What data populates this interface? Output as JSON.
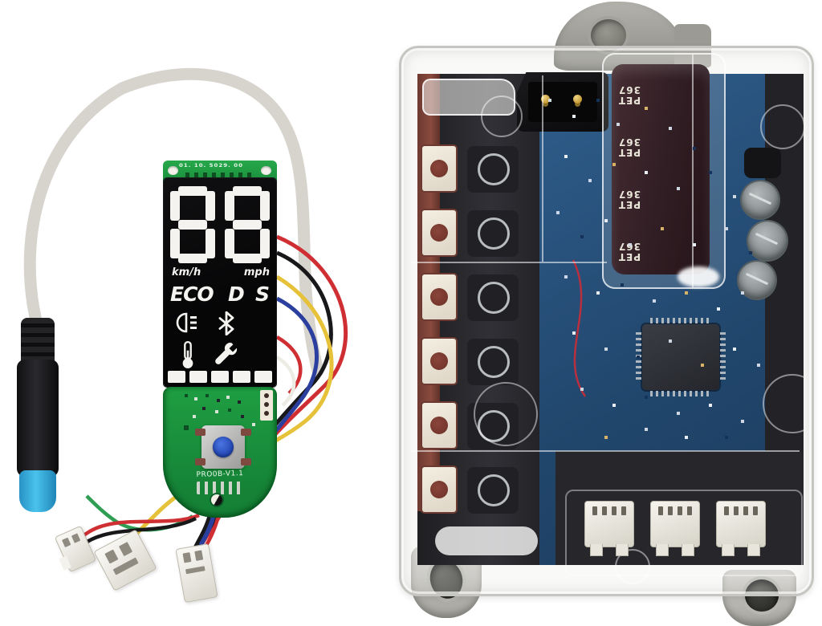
{
  "scene": {
    "background_color": "#ffffff",
    "left_component": "scooter-dashboard-display-board",
    "right_component": "motor-controller-mainboard-in-clear-case"
  },
  "dashboard": {
    "silkscreen_top": "01. 10. 5029. 00",
    "display": {
      "digits": "88",
      "unit_left": "km/h",
      "unit_right": "mph",
      "modes": [
        "ECO",
        "D",
        "S"
      ],
      "icons": [
        "headlight-icon",
        "bluetooth-icon",
        "thermometer-icon",
        "wrench-icon"
      ],
      "battery_segments": 5
    },
    "pcb_label": "PRO0B-V1.1",
    "connector_count_bottom": 3
  },
  "controller": {
    "capacitor_label": "PET 367",
    "capacitor_label_repeats": 4,
    "mosfet_pad_rows": 6,
    "bottom_connector_count": 3,
    "power_connector_pins": 2
  },
  "palette": {
    "cable_gray": "#d6d4cd",
    "red": "#cf2f33",
    "black_wire": "#18181b",
    "yellow": "#e6c13a",
    "blue_wire": "#2b3f9e",
    "green_wire": "#2f9e52",
    "white_wire": "#ecebe4",
    "pcb_green": "#1f9e43",
    "pcb_blue": "#2a527c",
    "display_black": "#0b0b0d",
    "segment_white": "#f4f3ef",
    "button_blue": "#2b55c4",
    "connector_tip_blue": "#41b9e4",
    "capacitor_brown": "#332026",
    "metal_gray": "#a6a5a0",
    "gold_pin": "#c9a03c"
  }
}
